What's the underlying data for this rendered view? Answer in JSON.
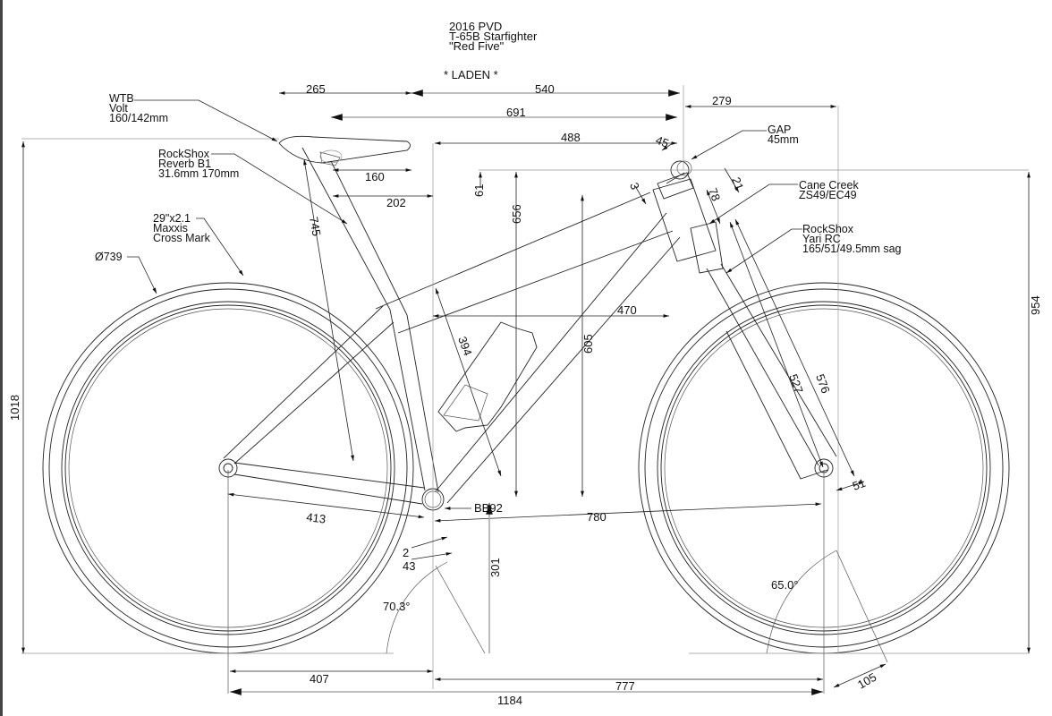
{
  "title": {
    "line1": "2016 PVD",
    "line2": "T-65B Starfighter",
    "line3": "\"Red Five\"",
    "state": "* LADEN *"
  },
  "callouts": {
    "saddle": [
      "WTB",
      "Volt",
      "160/142mm"
    ],
    "seatpost": [
      "RockShox",
      "Reverb B1",
      "31.6mm 170mm"
    ],
    "tire": [
      "29\"x2.1",
      "Maxxis",
      "Cross Mark"
    ],
    "wheel_diameter": "Ø739",
    "gap": [
      "GAP",
      "45mm"
    ],
    "headset": [
      "Cane Creek",
      "ZS49/EC49"
    ],
    "fork": [
      "RockShox",
      "Yari RC",
      "165/51/49.5mm sag"
    ],
    "bottom_bracket": "BB92"
  },
  "dimensions": {
    "saddle_setback": "265",
    "saddle_to_bar_reach": "540",
    "bar_to_front_axle": "279",
    "saddle_nose_to_bar": "691",
    "reach": "488",
    "saddle_length_rear": "160",
    "saddle_to_bb_horizontal": "202",
    "bar_drop": "61",
    "stack_to_bar": "656",
    "stem_length": "45",
    "spacer": "3",
    "headset_top": "21",
    "headtube": "78",
    "seat_height": "745",
    "seat_tube": "394",
    "effective_top_tube": "470",
    "stack": "605",
    "axle_to_crown": "527",
    "fork_length": "576",
    "fork_offset": "51",
    "chainstay": "413",
    "front_center": "780",
    "bb_drop": "2",
    "bb_drop_2": "43",
    "bb_height": "301",
    "seat_angle": "70.3°",
    "head_angle": "65.0°",
    "trail": "105",
    "overall_height": "1018",
    "bar_height": "954",
    "rear_to_bb": "407",
    "bb_to_front": "777",
    "wheelbase": "1184"
  }
}
